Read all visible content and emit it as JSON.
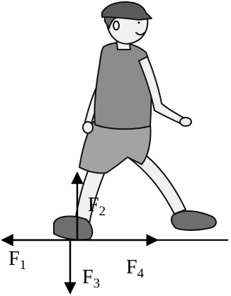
{
  "forces": [
    {
      "id": "F1",
      "letter": "F",
      "sub": "1",
      "direction": "left"
    },
    {
      "id": "F2",
      "letter": "F",
      "sub": "2",
      "direction": "up"
    },
    {
      "id": "F3",
      "letter": "F",
      "sub": "3",
      "direction": "down"
    },
    {
      "id": "F4",
      "letter": "F",
      "sub": "4",
      "direction": "right"
    }
  ],
  "colors": {
    "ink": "#000000",
    "skin": "#f1f1f1",
    "shirt": "#8c8c8c",
    "shorts": "#a3a3a3",
    "shoe": "#6e6e6e",
    "cap": "#5a5a5a",
    "hair": "#6a6a6a"
  }
}
